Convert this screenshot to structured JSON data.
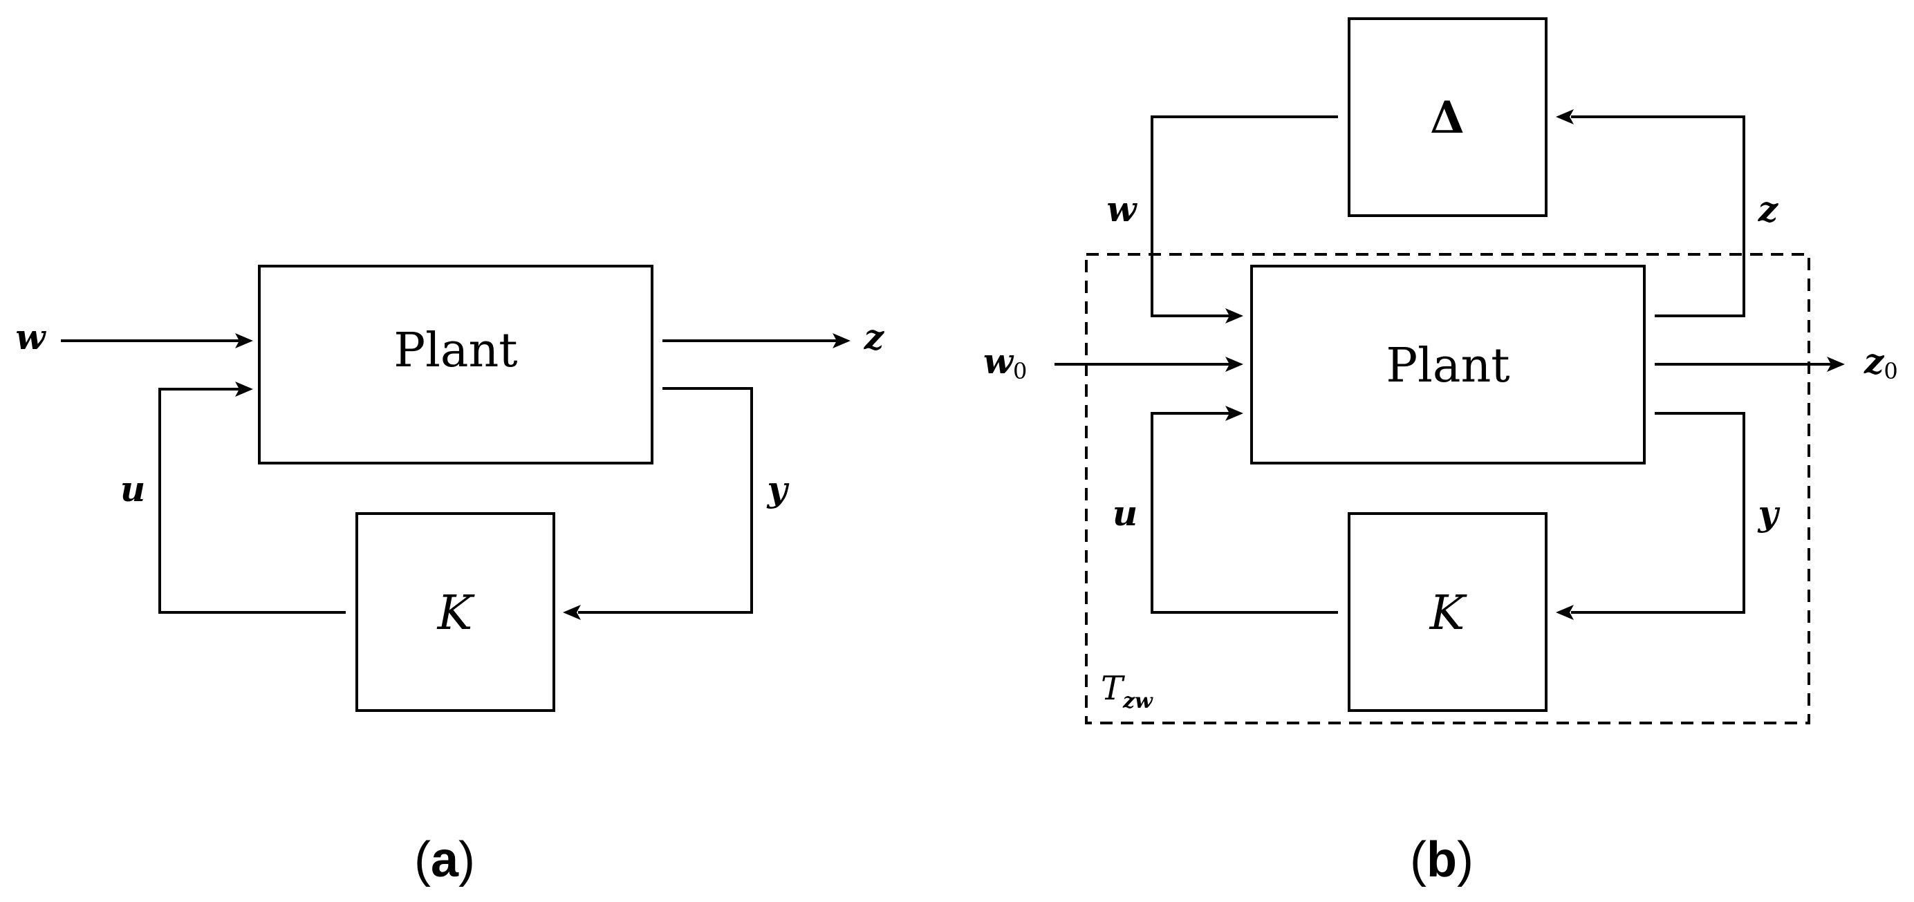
{
  "panel_a": {
    "blocks": {
      "plant": "Plant",
      "controller": "K"
    },
    "signals": {
      "w": "w",
      "z": "z",
      "u": "u",
      "y": "y"
    },
    "caption": {
      "open": "(",
      "letter": "a",
      "close": ")"
    }
  },
  "panel_b": {
    "blocks": {
      "delta": "Δ",
      "plant": "Plant",
      "controller": "K"
    },
    "signals": {
      "w": "w",
      "z": "z",
      "w0": "w",
      "w0_sub": "0",
      "z0": "z",
      "z0_sub": "0",
      "u": "u",
      "y": "y"
    },
    "boundary_label": {
      "main": "T",
      "sub": "zw"
    },
    "caption": {
      "open": "(",
      "letter": "b",
      "close": ")"
    }
  }
}
